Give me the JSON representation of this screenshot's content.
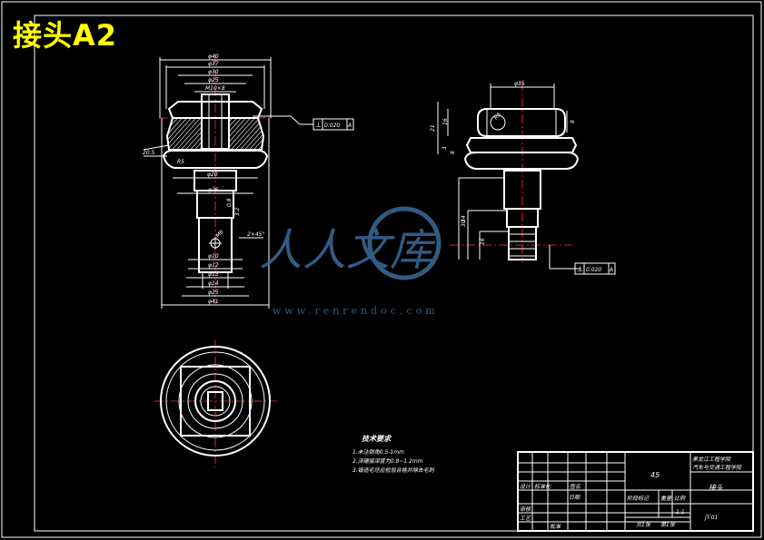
{
  "sheet_title": "接头A2",
  "front_view": {
    "dims_top": [
      "φ40",
      "φ37",
      "φ30",
      "φ25",
      "M10×8"
    ],
    "dims_side": [
      "20.5",
      "R5",
      "φ20",
      "φ26"
    ],
    "dims_bottom": [
      "φ10",
      "φ12",
      "φ13",
      "φ14",
      "φ25",
      "φ41"
    ],
    "dims_right": [
      "0.8",
      "3.2",
      "2×45°",
      "M6"
    ],
    "tolerance": {
      "symbol": "⊥",
      "value": "0.020",
      "datum": "A"
    }
  },
  "side_view": {
    "dims": [
      "φ35",
      "16",
      "8",
      "3",
      "8",
      "21",
      "34",
      "30",
      "16",
      "R5"
    ],
    "tolerance": {
      "symbol": "⊥",
      "value": "0.020",
      "datum": "A"
    }
  },
  "tech_req": {
    "title": "技术要求",
    "items": [
      "1.未注倒角0.5-1mm",
      "2.淬硬层深度为0.8~1.2mm",
      "3.锻造毛坯应检验合格并除去毛刺"
    ]
  },
  "title_block": {
    "school": "黑龙江工程学院",
    "dept": "汽车与交通工程学院",
    "material": "45",
    "part_name": "接头",
    "drawing_no": "JT-01",
    "rows": [
      "设计",
      "标准化",
      "审核",
      "工艺",
      "签名",
      "日期",
      "批准"
    ],
    "stage": "阶段标记",
    "weight": "重量",
    "scale": "比例",
    "scale_value": "1:1",
    "sheets": "共1张",
    "sheet_no": "第1张"
  },
  "watermark": {
    "text": "人人文库",
    "url": "www.renrendoc.com",
    "color": "#3a6c9a"
  }
}
